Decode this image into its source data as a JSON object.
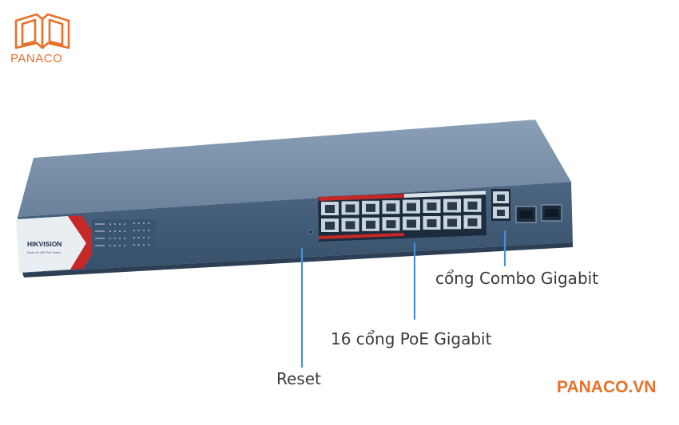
{
  "brand": {
    "logo_text": "PANACO",
    "website": "PANACO.VN",
    "accent_color": "#e8702a"
  },
  "device": {
    "maker": "HIKVISION",
    "model_line": "Smart 16 GbE PoE Switch",
    "body_color": "#5e7690",
    "front_panel_color": "#3f5872",
    "poe_band_color": "#c62828"
  },
  "callouts": {
    "combo": "cổng Combo Gigabit",
    "poe": "16 cổng PoE Gigabit",
    "reset": "Reset"
  },
  "leader_color": "#4a90d9"
}
